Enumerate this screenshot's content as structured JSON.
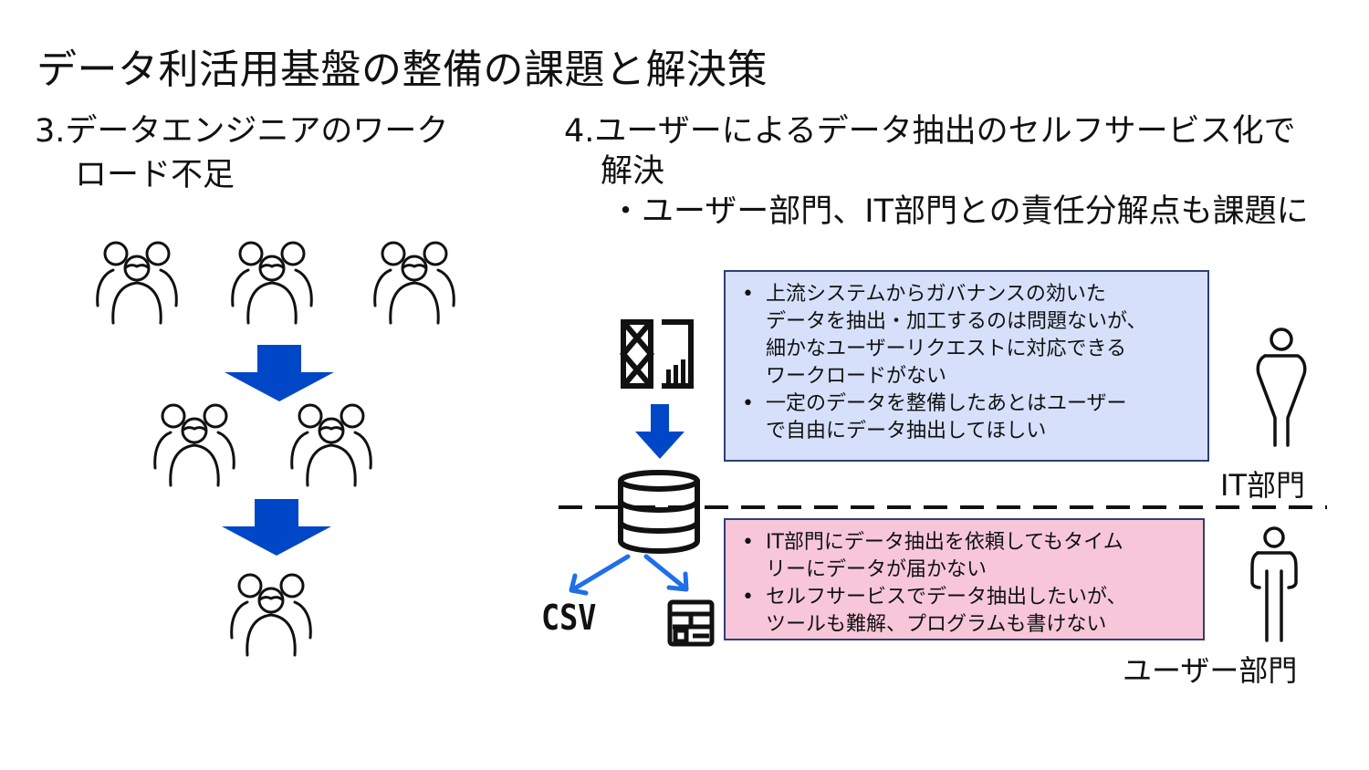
{
  "title": "データ利活用基盤の整備の課題と解決策",
  "section3": {
    "heading_line1": "3.データエンジニアのワーク",
    "heading_line2": "ロード不足"
  },
  "section4": {
    "heading_line1": "4.ユーザーによるデータ抽出のセルフサービス化で",
    "heading_line2": "解決",
    "subheading": "・ユーザー部門、IT部門との責任分解点も課題に"
  },
  "it_box": {
    "bullets": [
      [
        "上流システムからガバナンスの効いた",
        "データを抽出・加工するのは問題ないが、",
        "細かなユーザーリクエストに対応できる",
        "ワークロードがない"
      ],
      [
        "一定のデータを整備したあとはユーザー",
        "で自由にデータ抽出してほしい"
      ]
    ]
  },
  "user_box": {
    "bullets": [
      [
        "IT部門にデータ抽出を依頼してもタイム",
        "リーにデータが届かない"
      ],
      [
        "セルフサービスでデータ抽出したいが、",
        "ツールも難解、プログラムも書けない"
      ]
    ]
  },
  "labels": {
    "it_dept": "IT部門",
    "user_dept": "ユーザー部門",
    "csv": "CSV"
  },
  "colors": {
    "arrow_blue": "#0047c8",
    "export_arrow_blue": "#1f6fe8",
    "it_box_bg": "#d6e0fb",
    "user_box_bg": "#f7c7d9",
    "box_border": "#2e3f73"
  },
  "icons": {
    "people": "people-group-icon",
    "source": "data-source-icon",
    "database": "database-icon",
    "dashboard": "dashboard-icon",
    "person": "person-icon"
  }
}
